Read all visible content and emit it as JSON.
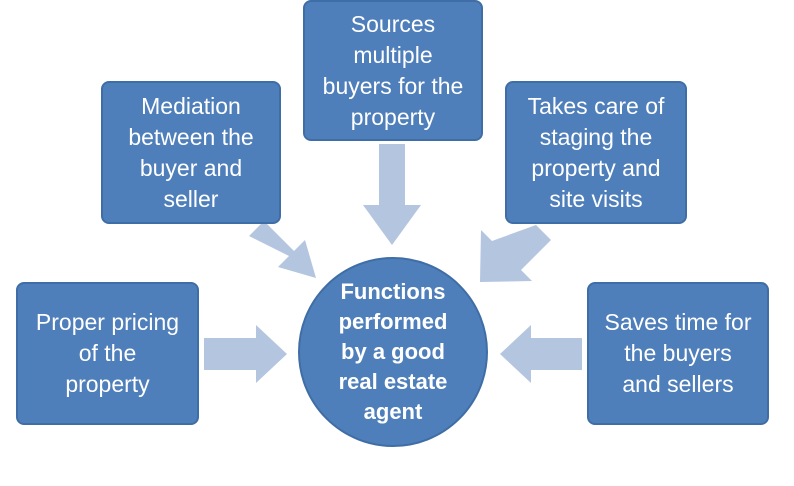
{
  "diagram": {
    "center": {
      "label": "Functions\nperformed\nby a good\nreal estate\nagent"
    },
    "nodes": [
      {
        "id": "top",
        "label": "Sources\nmultiple\nbuyers for the\nproperty"
      },
      {
        "id": "top-left",
        "label": "Mediation\nbetween the\nbuyer and\nseller"
      },
      {
        "id": "top-right",
        "label": "Takes care of\nstaging the\nproperty and\nsite visits"
      },
      {
        "id": "left",
        "label": "Proper pricing\nof the\nproperty"
      },
      {
        "id": "right",
        "label": "Saves time for\nthe buyers\nand sellers"
      }
    ],
    "colors": {
      "node_fill": "#4f7fba",
      "node_border": "#3f6da6",
      "arrow_fill": "#b4c5df",
      "text": "#ffffff"
    }
  }
}
